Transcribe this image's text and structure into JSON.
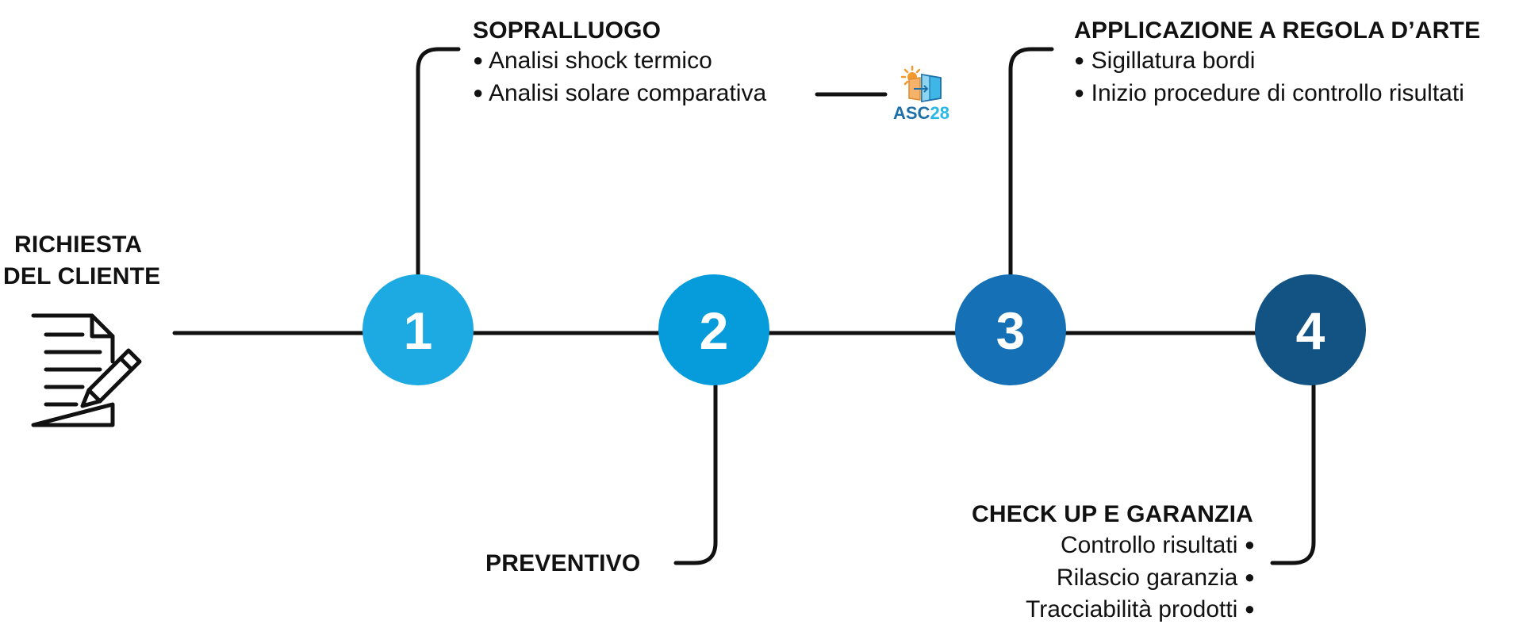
{
  "start": {
    "title_line1": "RICHIESTA",
    "title_line2": "DEL CLIENTE",
    "icon": "document-pencil-icon"
  },
  "steps": [
    {
      "number": "1",
      "color": "#1DA9E1"
    },
    {
      "number": "2",
      "color": "#069CDB"
    },
    {
      "number": "3",
      "color": "#1570B5"
    },
    {
      "number": "4",
      "color": "#125383"
    }
  ],
  "sopralluogo": {
    "title": "SOPRALLUOGO",
    "items": [
      "Analisi shock termico",
      "Analisi solare comparativa"
    ]
  },
  "preventivo": {
    "title": "PREVENTIVO"
  },
  "applicazione": {
    "title": "APPLICAZIONE A REGOLA D’ARTE",
    "items": [
      "Sigillatura bordi",
      "Inizio procedure di controllo risultati"
    ]
  },
  "checkup": {
    "title": "CHECK UP E GARANZIA",
    "items": [
      "Controllo risultati",
      "Rilascio garanzia",
      "Tracciabilità prodotti"
    ]
  },
  "logo": {
    "text_part1": "ASC",
    "text_part2": "28",
    "color1": "#1C6FA9",
    "color2": "#29B6E8",
    "icon": "sun-window-icon"
  },
  "bullet": "●"
}
